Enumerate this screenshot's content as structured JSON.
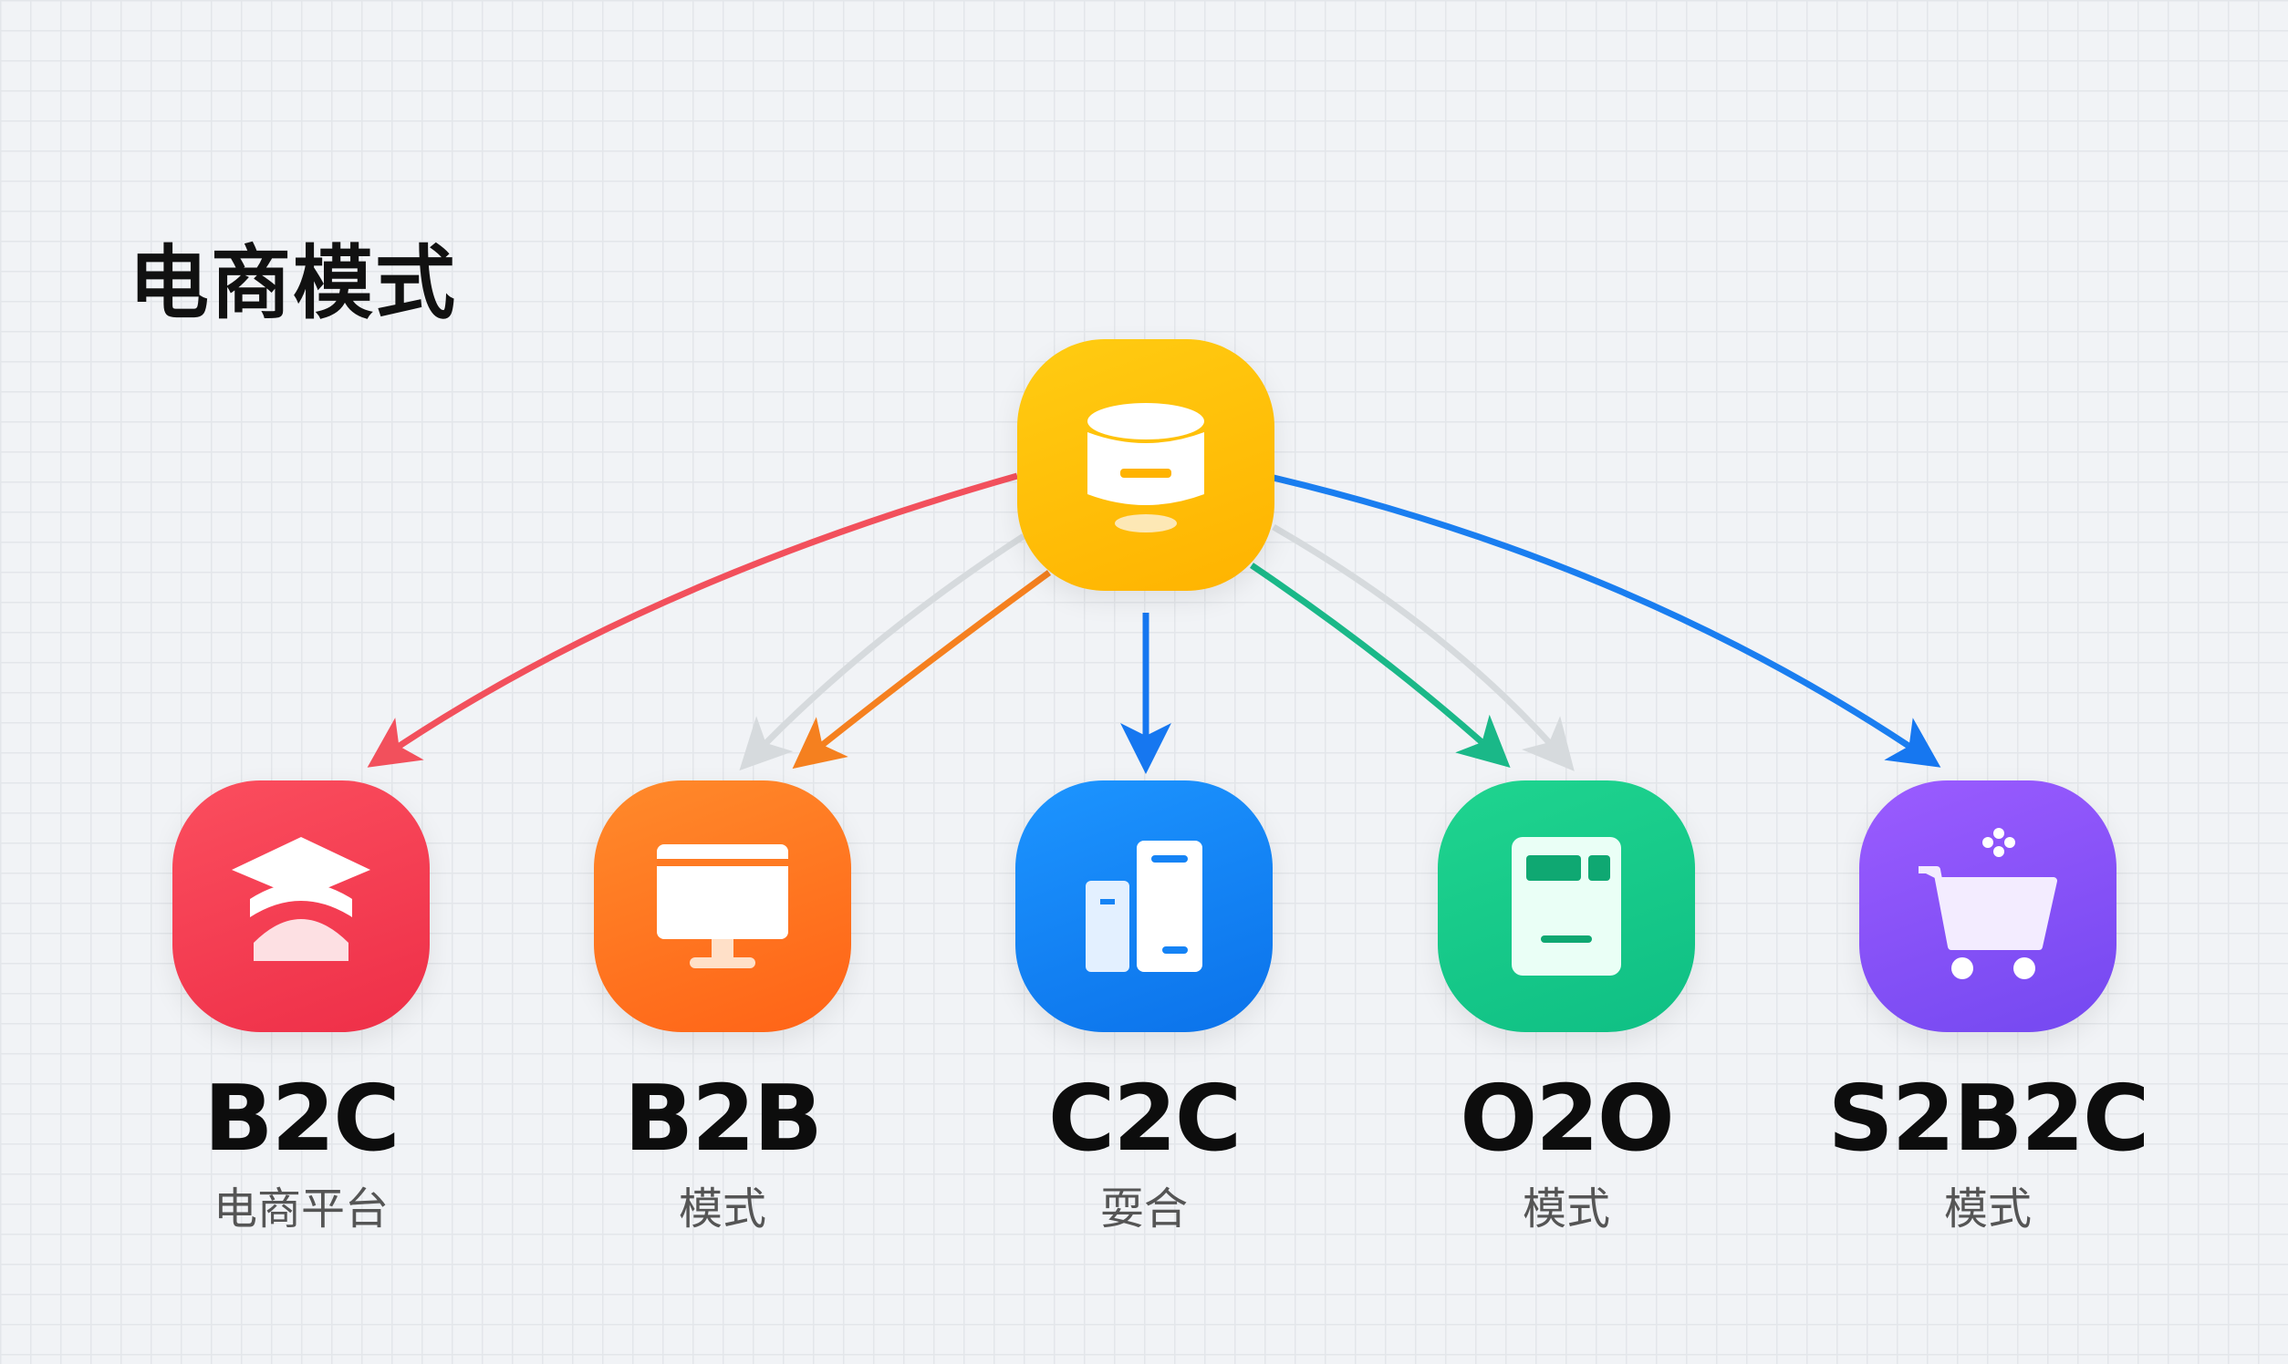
{
  "title": "电商模式",
  "hub": {
    "icon": "database-icon",
    "color": "#ffbf0f"
  },
  "nodes": [
    {
      "label": "B2C",
      "sub": "电商平台",
      "icon": "graduation-cap-icon",
      "color": "#f23d52",
      "arrow": "#f2505c"
    },
    {
      "label": "B2B",
      "sub": "模式",
      "icon": "monitor-icon",
      "color": "#ff6f1f",
      "arrow": "#f5801f"
    },
    {
      "label": "C2C",
      "sub": "耍合",
      "icon": "buildings-icon",
      "color": "#1583f5",
      "arrow": "#1677f0"
    },
    {
      "label": "O2O",
      "sub": "模式",
      "icon": "document-icon",
      "color": "#14c98a",
      "arrow": "#1ab888"
    },
    {
      "label": "S2B2C",
      "sub": "模式",
      "icon": "shopping-cart-icon",
      "color": "#8752f5",
      "arrow": "#1a7ef0"
    }
  ]
}
